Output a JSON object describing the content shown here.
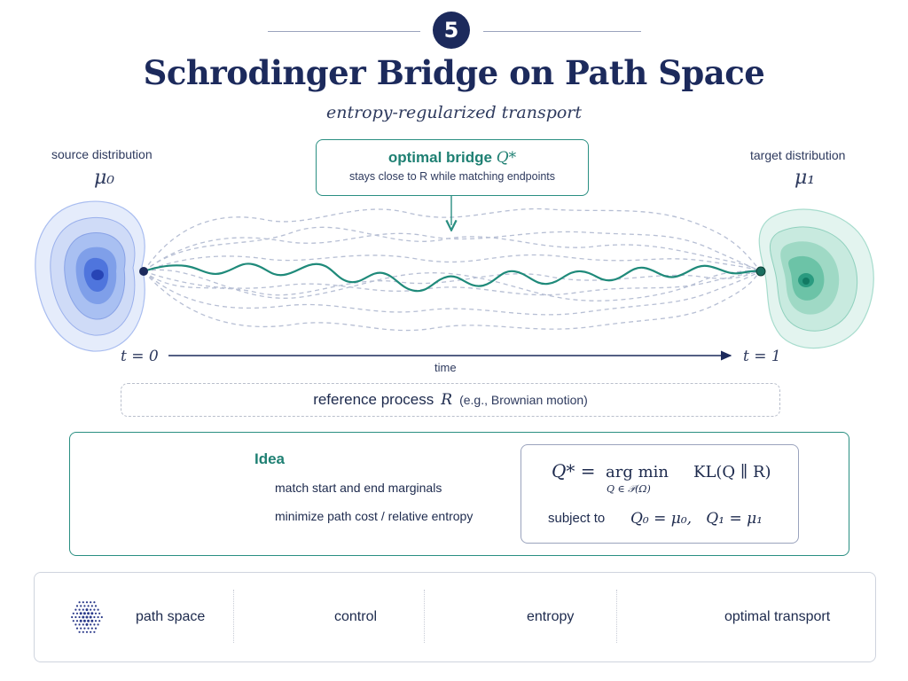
{
  "header": {
    "step_number": "5",
    "title": "Schrodinger Bridge on Path Space",
    "subtitle": "entropy-regularized transport"
  },
  "source": {
    "label": "source distribution",
    "symbol": "μ₀"
  },
  "target": {
    "label": "target distribution",
    "symbol": "μ₁"
  },
  "callout": {
    "title": "optimal bridge",
    "symbol": "Q*",
    "description": "stays close to R while matching endpoints"
  },
  "time_axis": {
    "start": "t = 0",
    "end": "t = 1",
    "label": "time"
  },
  "reference": {
    "text": "reference process",
    "symbol": "R",
    "example": "(e.g., Brownian motion)"
  },
  "idea": {
    "heading": "Idea",
    "bullets": [
      "match start and end marginals",
      "minimize path cost / relative entropy"
    ]
  },
  "equation": {
    "lhs": "Q* = ",
    "operator": "arg min",
    "subscript": "Q ∈ 𝒫(Ω)",
    "objective": "KL(Q ∥ R)",
    "constraint_label": "subject to",
    "constraint": "Q₀ = μ₀,   Q₁ = μ₁"
  },
  "features": [
    {
      "label": "path space",
      "icon": "scatter-dots-icon",
      "color": "#2b3a8a"
    },
    {
      "label": "control",
      "icon": "sliders-icon",
      "color": "#e0692a"
    },
    {
      "label": "entropy",
      "icon": "wave-icon",
      "color": "#2a8f82"
    },
    {
      "label": "optimal transport",
      "icon": "cycle-arrows-icon",
      "color": "#1c2a5c"
    }
  ],
  "colors": {
    "navy": "#1c2a5c",
    "teal": "#2a8f82",
    "source_blue": "#3b63d9",
    "orange": "#e0692a"
  }
}
